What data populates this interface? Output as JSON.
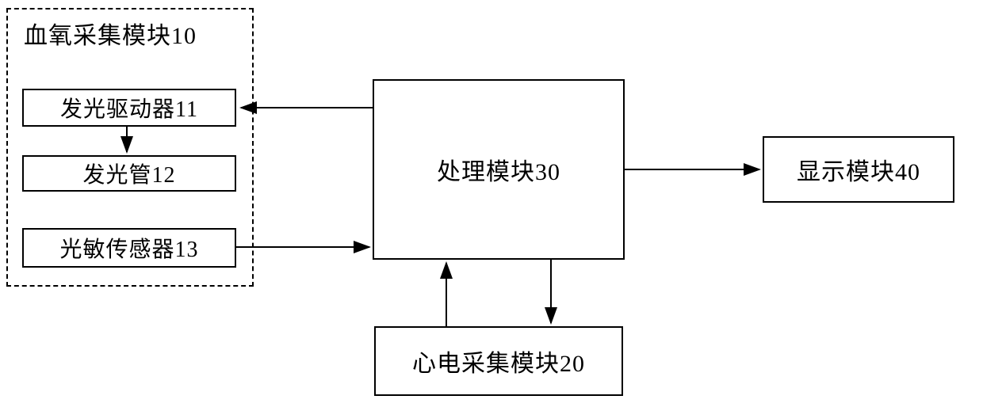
{
  "diagram": {
    "title": "",
    "blood_oxygen_group": {
      "label": "血氧采集模块10"
    },
    "nodes": {
      "light_driver": {
        "label": "发光驱动器11"
      },
      "light_tube": {
        "label": "发光管12"
      },
      "photo_sensor": {
        "label": "光敏传感器13"
      },
      "processing": {
        "label": "处理模块30"
      },
      "display": {
        "label": "显示模块40"
      },
      "ecg": {
        "label": "心电采集模块20"
      }
    },
    "edges": [
      {
        "from": "processing",
        "to": "light_driver",
        "direction": "left"
      },
      {
        "from": "light_driver",
        "to": "light_tube",
        "direction": "down"
      },
      {
        "from": "photo_sensor",
        "to": "processing",
        "direction": "right"
      },
      {
        "from": "processing",
        "to": "display",
        "direction": "right"
      },
      {
        "from": "ecg",
        "to": "processing",
        "direction": "up"
      },
      {
        "from": "processing",
        "to": "ecg",
        "direction": "down"
      }
    ],
    "colors": {
      "line": "#000000",
      "background": "#ffffff",
      "box_border": "#000000"
    }
  }
}
